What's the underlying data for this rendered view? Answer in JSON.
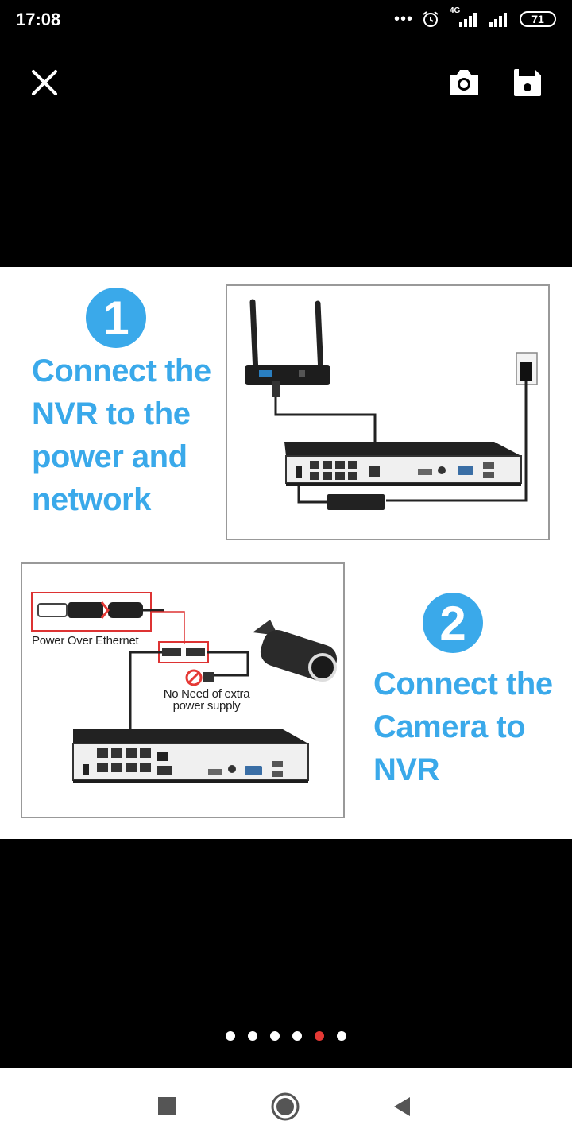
{
  "status_bar": {
    "time": "17:08",
    "overflow_dots": "•••",
    "network_label": "4G",
    "battery": "71"
  },
  "toolbar": {
    "close_icon": "close-icon",
    "camera_icon": "camera-icon",
    "save_icon": "save-icon"
  },
  "image": {
    "step1": {
      "number": "1",
      "text": "Connect the\nNVR to the\npower and\nnetwork"
    },
    "step2": {
      "number": "2",
      "text": "Connect the\nCamera to\nNVR"
    },
    "poe_label": "Power Over Ethernet",
    "no_power_label": "No Need of extra\npower supply",
    "accent_color": "#3aa9ea"
  },
  "pager": {
    "count": 6,
    "active_index": 4
  },
  "navbar": {
    "recents_icon": "square-icon",
    "home_icon": "circle-icon",
    "back_icon": "triangle-back-icon"
  }
}
